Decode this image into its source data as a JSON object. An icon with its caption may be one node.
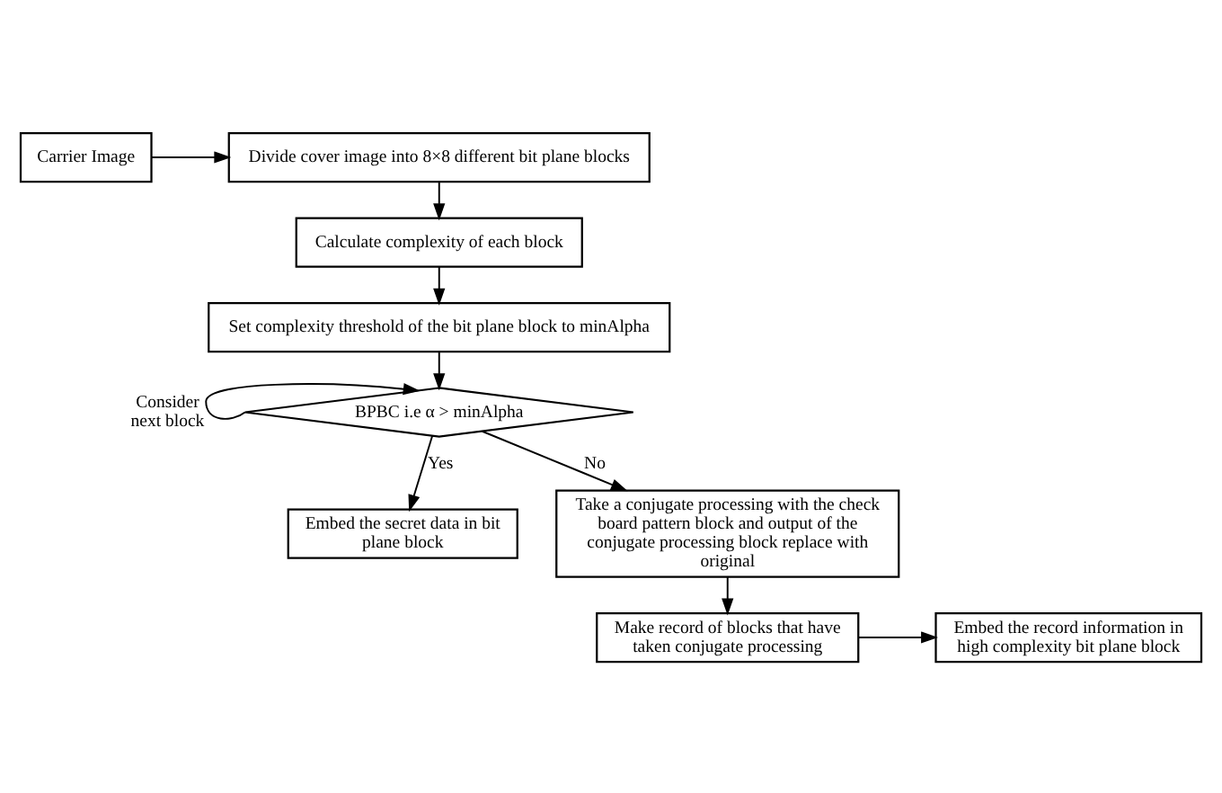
{
  "diagram": {
    "nodes": [
      {
        "text": [
          "Carrier Image"
        ]
      },
      {
        "text": [
          "Divide cover image into 8×8 different bit plane blocks"
        ]
      },
      {
        "text": [
          "Calculate complexity of each block"
        ]
      },
      {
        "text": [
          "Set complexity threshold of the bit plane block to minAlpha"
        ]
      },
      {
        "text": [
          "BPBC i.e α > minAlpha"
        ]
      },
      {
        "text": [
          "Embed the secret data in bit plane block"
        ]
      },
      {
        "text": [
          "Take a conjugate processing with the check board pattern block and output of the conjugate processing block replace with original"
        ]
      },
      {
        "text": [
          "Make record of blocks that have taken conjugate processing"
        ]
      },
      {
        "text": [
          "Embed the record information in high complexity bit plane block"
        ]
      }
    ],
    "edges": [
      {
        "from": 0,
        "to": 1,
        "arrow": "to"
      },
      {
        "from": 1,
        "to": 2,
        "arrow": "to"
      },
      {
        "from": 2,
        "to": 3,
        "arrow": "to"
      },
      {
        "from": 3,
        "to": 4,
        "arrow": "to"
      },
      {
        "from": 4,
        "to": 4,
        "arrow": "to",
        "label": "Consider next block"
      },
      {
        "from": 4,
        "to": 5,
        "arrow": "to",
        "label": "Yes"
      },
      {
        "from": 4,
        "to": 6,
        "arrow": "to",
        "label": "No"
      },
      {
        "from": 6,
        "to": 7,
        "arrow": "to"
      },
      {
        "from": 7,
        "to": 8,
        "arrow": "to"
      }
    ]
  }
}
